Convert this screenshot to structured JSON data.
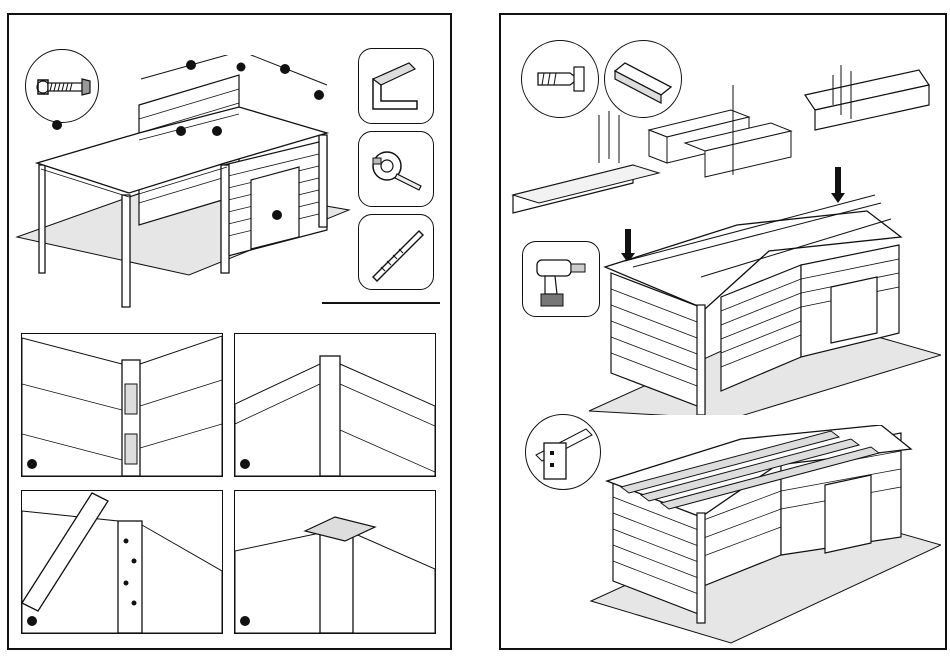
{
  "document": {
    "pages": [
      {
        "id": "left",
        "content": "assembly-step-walls"
      },
      {
        "id": "right",
        "content": "assembly-step-roof"
      }
    ]
  },
  "icons": {
    "left_tools": [
      "bolt-icon",
      "set-square-icon",
      "tape-measure-icon",
      "drill-bit-icon"
    ],
    "right_tools": [
      "screw-icon",
      "profile-bar-icon",
      "cordless-drill-icon",
      "joint-magnifier-icon"
    ]
  },
  "colors": {
    "ink": "#111111",
    "panel_fill": "#ffffff",
    "floor_fill": "#e6e6e6",
    "slat_fill": "#dedede"
  }
}
